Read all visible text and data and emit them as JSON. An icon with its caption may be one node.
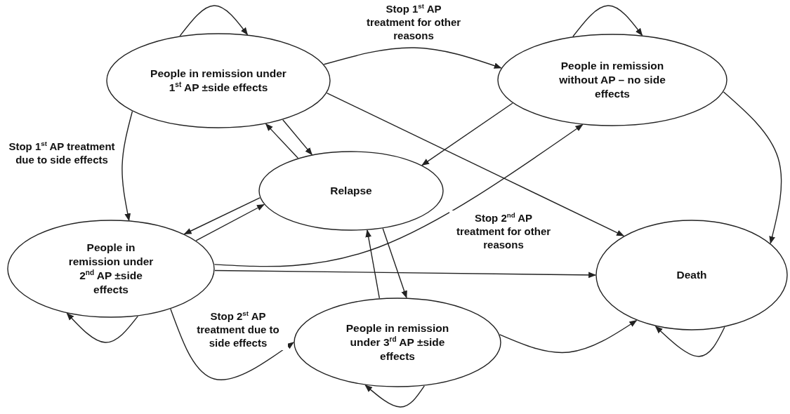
{
  "diagram": {
    "nodes": [
      {
        "text": [
          "People in remission under 1$^{st}$ AP ±side effects"
        ]
      },
      {
        "text": [
          "People in remission without AP – no side effects"
        ]
      },
      {
        "text": [
          "Relapse"
        ]
      },
      {
        "text": [
          "People in remission under 2$^{nd}$ AP ±side effects"
        ]
      },
      {
        "text": [
          "Death"
        ]
      },
      {
        "text": [
          "People in remission under 3$^{rd}$ AP ±side effects"
        ]
      }
    ],
    "edges": [
      {
        "from": 0,
        "to": 0,
        "arrow": "to"
      },
      {
        "from": 0,
        "to": 1,
        "arrow": "to",
        "label": "Stop 1$^{st}$ AP treatment for other reasons"
      },
      {
        "from": 0,
        "to": 3,
        "arrow": "to",
        "label": "Stop 1$^{st}$ AP treatment due to side effects"
      },
      {
        "from": 0,
        "to": 2,
        "arrow": "to"
      },
      {
        "from": 2,
        "to": 0,
        "arrow": "to"
      },
      {
        "from": 1,
        "to": 2,
        "arrow": "to"
      },
      {
        "from": 0,
        "to": 4,
        "arrow": "to"
      },
      {
        "from": 1,
        "to": 1,
        "arrow": "to"
      },
      {
        "from": 1,
        "to": 4,
        "arrow": "to"
      },
      {
        "from": 3,
        "to": 2,
        "arrow": "to"
      },
      {
        "from": 2,
        "to": 3,
        "arrow": "to"
      },
      {
        "from": 3,
        "to": 1,
        "arrow": "to",
        "label": "Stop 2$^{nd}$ AP treatment for other reasons"
      },
      {
        "from": 3,
        "to": 4,
        "arrow": "to"
      },
      {
        "from": 3,
        "to": 3,
        "arrow": "to"
      },
      {
        "from": 3,
        "to": 5,
        "arrow": "to",
        "label": "Stop 2$^{st}$ AP treatment due to side effects"
      },
      {
        "from": 5,
        "to": 2,
        "arrow": "to"
      },
      {
        "from": 2,
        "to": 5,
        "arrow": "to"
      },
      {
        "from": 5,
        "to": 5,
        "arrow": "to"
      },
      {
        "from": 5,
        "to": 4,
        "arrow": "to"
      },
      {
        "from": 4,
        "to": 4,
        "arrow": "to"
      }
    ]
  }
}
